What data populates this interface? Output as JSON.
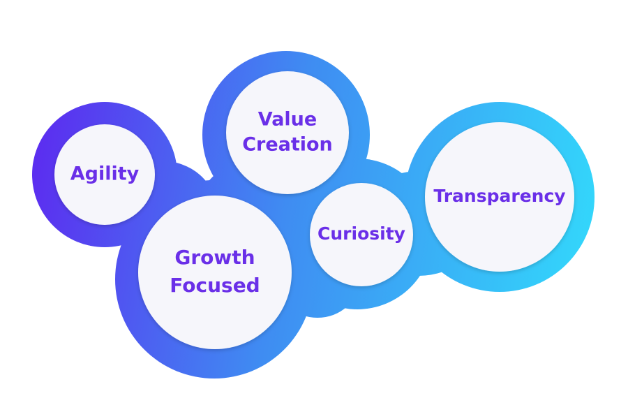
{
  "colors": {
    "gradient_start": "#5b2ff0",
    "gradient_mid": "#3f8cf2",
    "gradient_end": "#33d6fb",
    "bubble_fill": "#f6f6fb",
    "bubble_shadow": "#c9cbe6",
    "label_color": "#6a2fe8"
  },
  "bubbles": [
    {
      "id": "agility",
      "lines": [
        "Agility"
      ]
    },
    {
      "id": "value-creation",
      "lines": [
        "Value",
        "Creation"
      ]
    },
    {
      "id": "growth-focused",
      "lines": [
        "Growth",
        "Focused"
      ]
    },
    {
      "id": "curiosity",
      "lines": [
        "Curiosity"
      ]
    },
    {
      "id": "transparency",
      "lines": [
        "Transparency"
      ]
    }
  ]
}
